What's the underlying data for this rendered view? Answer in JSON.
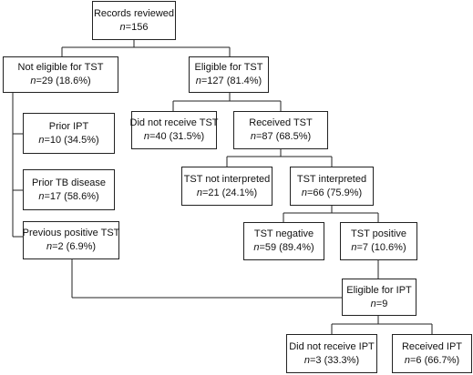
{
  "nodes": {
    "records": {
      "title": "Records reviewed",
      "n_label": "n",
      "value": "=156"
    },
    "not_eligible": {
      "title": "Not eligible for TST",
      "n_label": "n",
      "value": "=29 (18.6%)"
    },
    "eligible_tst": {
      "title": "Eligible for TST",
      "n_label": "n",
      "value": "=127 (81.4%)"
    },
    "prior_ipt": {
      "title": "Prior IPT",
      "n_label": "n",
      "value": "=10 (34.5%)"
    },
    "prior_tb": {
      "title": "Prior TB disease",
      "n_label": "n",
      "value": "=17 (58.6%)"
    },
    "prev_positive": {
      "title": "Previous positive TST",
      "n_label": "n",
      "value": "=2 (6.9%)"
    },
    "did_not_receive_tst": {
      "title": "Did not receive TST",
      "n_label": "n",
      "value": "=40 (31.5%)"
    },
    "received_tst": {
      "title": "Received TST",
      "n_label": "n",
      "value": "=87 (68.5%)"
    },
    "not_interpreted": {
      "title": "TST not interpreted",
      "n_label": "n",
      "value": "=21 (24.1%)"
    },
    "interpreted": {
      "title": "TST interpreted",
      "n_label": "n",
      "value": "=66 (75.9%)"
    },
    "negative": {
      "title": "TST negative",
      "n_label": "n",
      "value": "=59 (89.4%)"
    },
    "positive": {
      "title": "TST positive",
      "n_label": "n",
      "value": "=7 (10.6%)"
    },
    "eligible_ipt": {
      "title": "Eligible for IPT",
      "n_label": "n",
      "value": "=9"
    },
    "did_not_receive_ipt": {
      "title": "Did not receive IPT",
      "n_label": "n",
      "value": "=3 (33.3%)"
    },
    "received_ipt": {
      "title": "Received IPT",
      "n_label": "n",
      "value": "=6 (66.7%)"
    }
  }
}
